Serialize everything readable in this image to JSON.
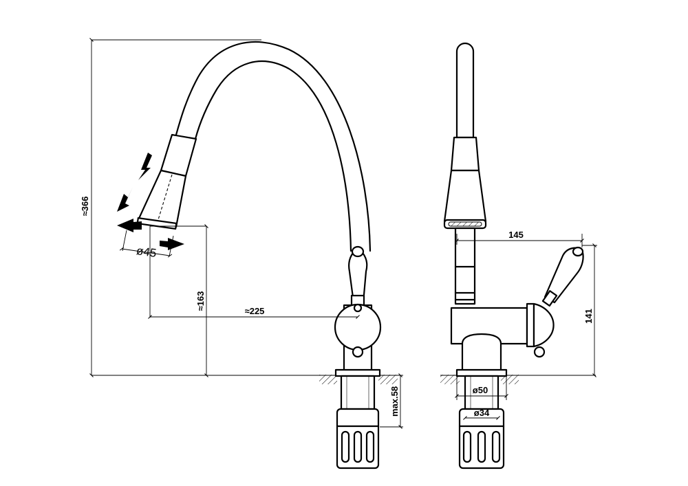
{
  "dimensions": {
    "height_total": "≈366",
    "height_spout": "≈163",
    "reach": "≈225",
    "spray_diameter": "ø45",
    "deck_thickness": "max.58",
    "side_reach": "145",
    "side_height": "141",
    "base_diameter": "ø50",
    "shank_diameter": "ø34"
  },
  "icons": {
    "movement_arrows": "direction-arrow-icon"
  },
  "colors": {
    "line": "#000000",
    "background": "#ffffff"
  }
}
